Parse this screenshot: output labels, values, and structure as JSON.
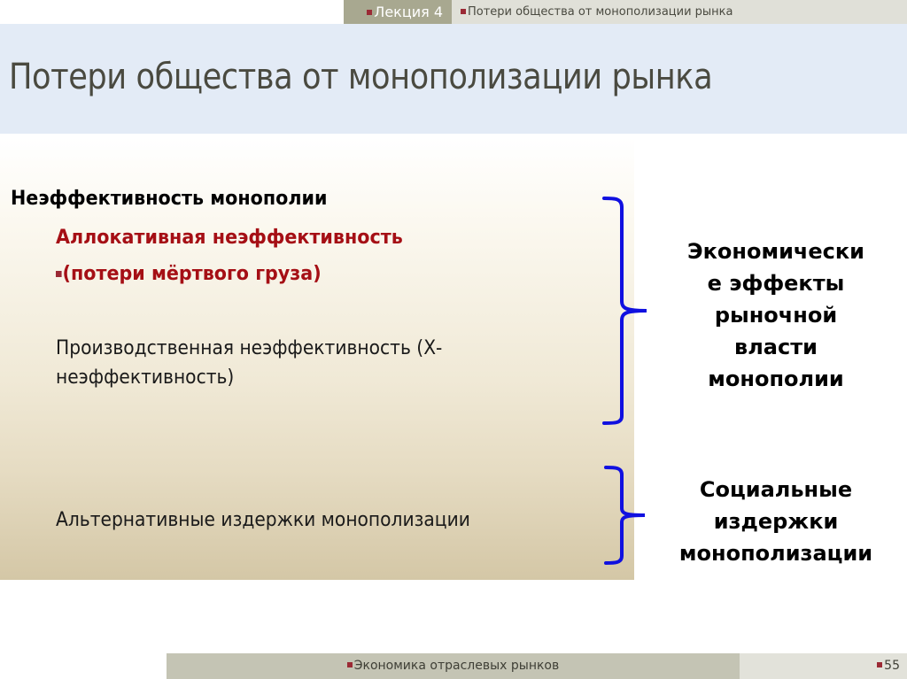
{
  "header": {
    "lecture_label": "Лекция 4",
    "subtitle": "Потери общества от монополизации рынка"
  },
  "title": "Потери общества от монополизации рынка",
  "content": {
    "heading": "Неэффективность монополии",
    "allocative": "Аллокативная неэффективность",
    "deadweight": "(потери мёртвого груза)",
    "productive": "Производственная неэффективность (Х-неэффективность)",
    "alternative_costs": "Альтернативные издержки монополизации"
  },
  "labels": {
    "economic_effects": "Экономически е эффекты рыночной власти монополии",
    "economic_effects_lines": [
      "Экономически",
      "е эффекты",
      "рыночной",
      "власти",
      "монополии"
    ],
    "social_costs_lines": [
      "Социальные",
      "издержки",
      "монополизации"
    ]
  },
  "footer": {
    "course": "Экономика отраслевых рынков",
    "page_number": "55"
  },
  "colors": {
    "bullet": "#9b2a35",
    "accent_red": "#a50f15",
    "bracket_blue": "#1010e0",
    "title_band": "#e3ebf6",
    "header_dark": "#a8a890",
    "header_light": "#e0e0d8"
  }
}
